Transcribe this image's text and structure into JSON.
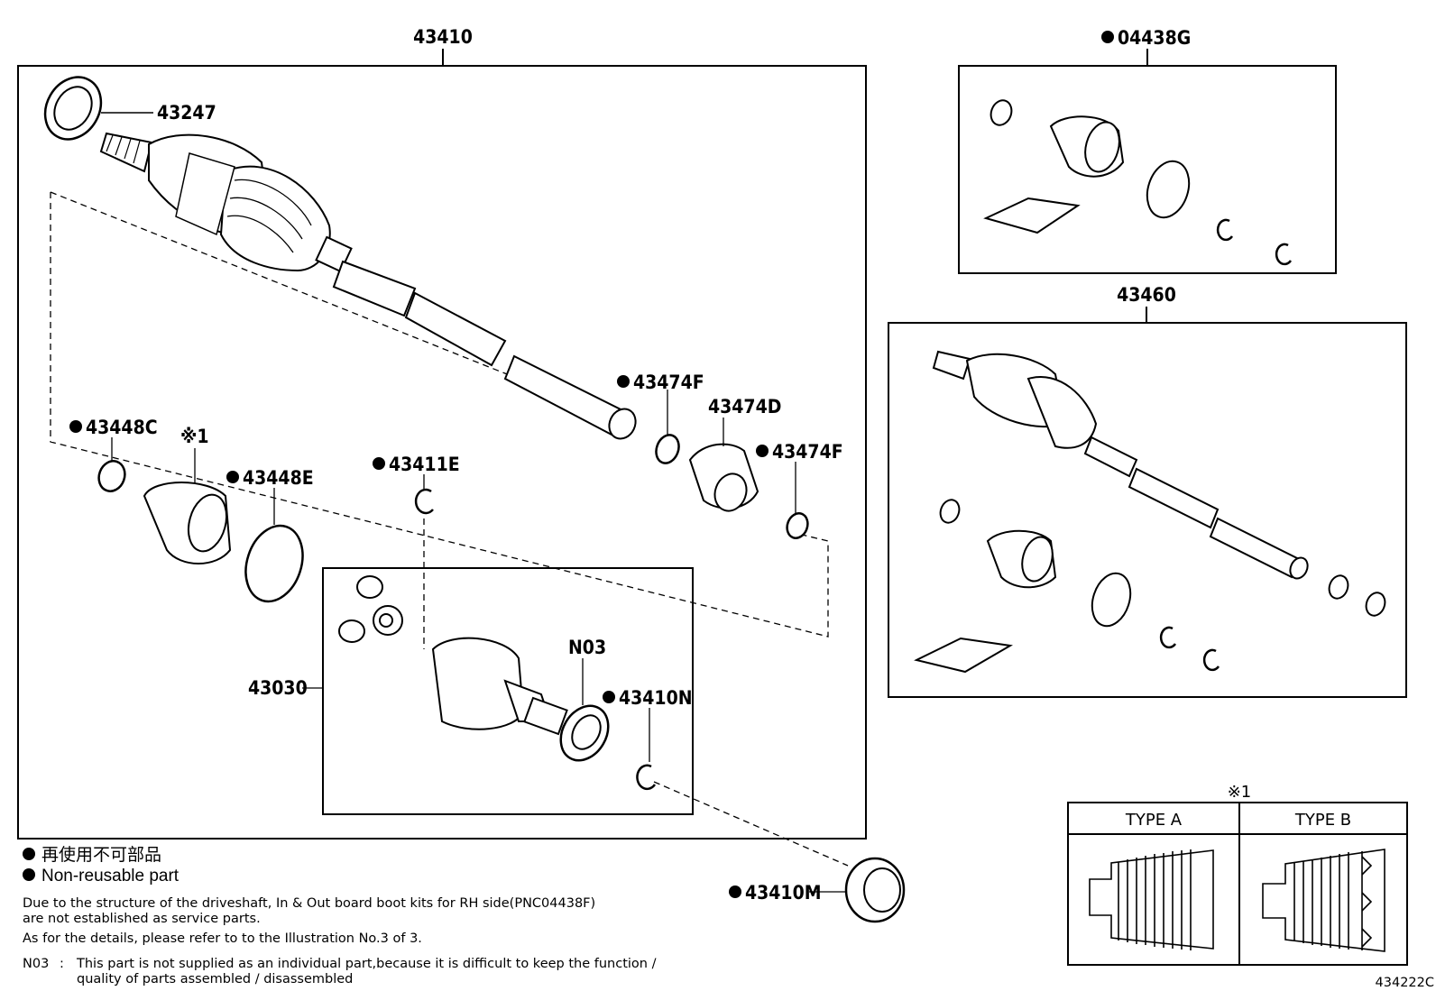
{
  "labels": {
    "assembly_lh": "43410",
    "outer_seal": "43247",
    "inner_boot_clamp_small": "43448C",
    "boot_type_ref": "※1",
    "inner_boot_clamp_large": "43448E",
    "snap_ring": "43411E",
    "damper_clamp_1": "43474F",
    "damper": "43474D",
    "damper_clamp_2": "43474F",
    "inboard_joint": "43030",
    "n03": "N03",
    "inboard_snap_ring": "43410N",
    "bearing": "43410M",
    "boot_kit": "04438G",
    "assembly_rh": "43460",
    "drawing_code": "434222C"
  },
  "legend": {
    "japanese": "再使用不可部品",
    "english": "Non-reusable part"
  },
  "notes": {
    "line1": "Due to the structure of the driveshaft, In & Out board  boot kits for RH side(PNC04438F)",
    "line2": "are not established as service parts.",
    "line3": "As for the details, please refer to to the Illustration No.3 of 3.",
    "n03_key": "N03",
    "n03_sep": ":",
    "n03_line1": "This part is not supplied as an individual part,because it is difficult to keep the function /",
    "n03_line2": "quality of parts assembled / disassembled"
  },
  "type_table": {
    "ref": "※1",
    "type_a": "TYPE A",
    "type_b": "TYPE B"
  }
}
